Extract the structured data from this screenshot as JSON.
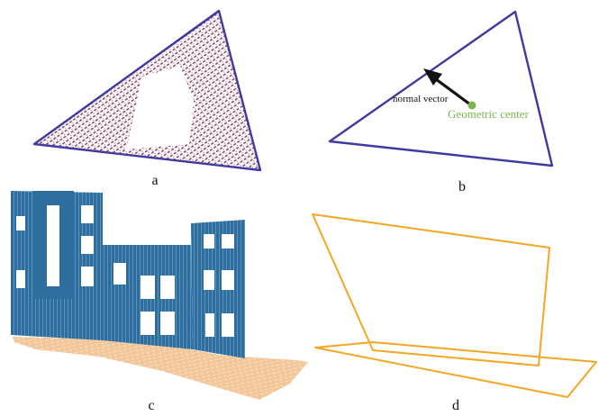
{
  "panels": {
    "a": {
      "label": "a"
    },
    "b": {
      "label": "b",
      "normal_label": "normal vector",
      "center_label": "Geometric center"
    },
    "c": {
      "label": "c"
    },
    "d": {
      "label": "d"
    }
  },
  "colors": {
    "boundary": "#3f3aa0",
    "points": "#8c4a66",
    "center": "#7ab648",
    "arrow": "#111111",
    "building": "#2e6e9e",
    "ground": "#f2c79a",
    "outline_d": "#f5a623"
  }
}
